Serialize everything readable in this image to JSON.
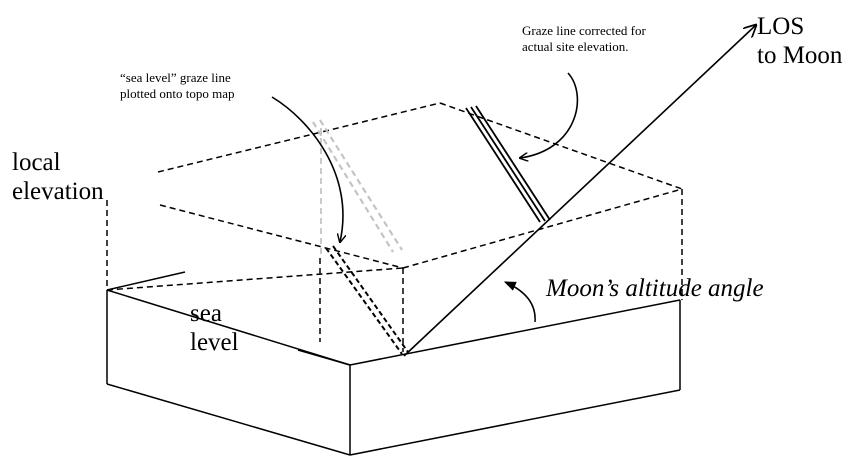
{
  "labels": {
    "los": "LOS\nto Moon",
    "graze_corrected": "Graze line corrected for\nactual site elevation.",
    "sea_level_graze": "“sea level” graze line\nplotted onto topo map",
    "local_elevation": "local\nelevation",
    "sea_level": "sea\nlevel",
    "altitude_angle": "Moon’s altitude angle"
  },
  "colors": {
    "line": "#000000",
    "sea_level_graze_line": "#c4c4c4"
  }
}
